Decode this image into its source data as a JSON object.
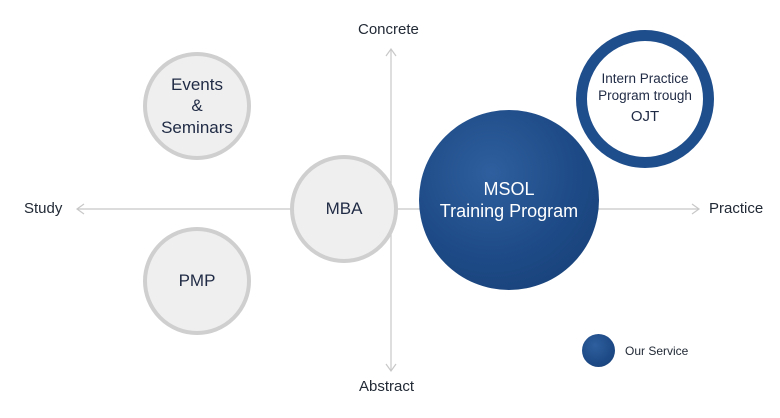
{
  "axes": {
    "top": "Concrete",
    "bottom": "Abstract",
    "left": "Study",
    "right": "Practice"
  },
  "nodes": {
    "events": {
      "lines": [
        "Events",
        "&",
        "Seminars"
      ]
    },
    "mba": {
      "lines": [
        "MBA"
      ]
    },
    "pmp": {
      "lines": [
        "PMP"
      ]
    },
    "msol": {
      "lines": [
        "MSOL",
        "Training Program"
      ]
    },
    "intern": {
      "lines": [
        "Intern Practice",
        "Program trough",
        "OJT"
      ]
    }
  },
  "legend": {
    "label": "Our Service"
  },
  "colors": {
    "service": "#1d4a86",
    "grey_fill": "#efefef",
    "grey_border": "#cfcfcf",
    "axis": "#c8c8c8"
  }
}
